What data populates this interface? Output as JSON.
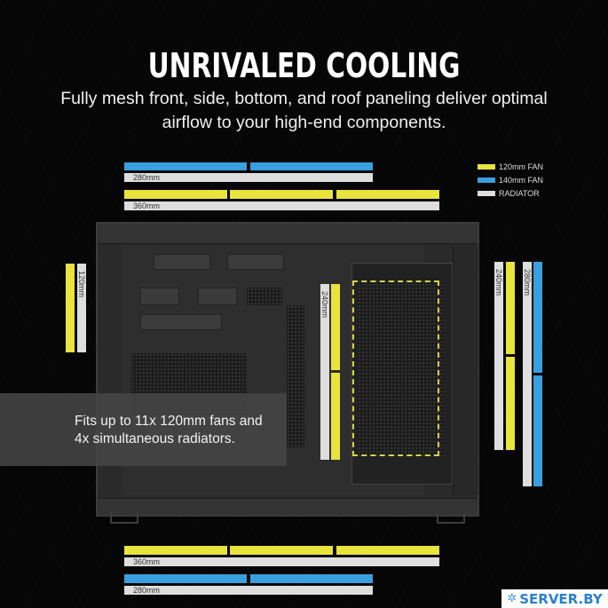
{
  "header": {
    "title": "UNRIVALED COOLING",
    "subtitle": "Fully mesh front, side, bottom, and roof paneling deliver optimal airflow to your high-end components."
  },
  "legend": {
    "items": [
      {
        "label": "120mm FAN",
        "color": "#e8e43c"
      },
      {
        "label": "140mm FAN",
        "color": "#3a9fde"
      },
      {
        "label": "RADIATOR",
        "color": "#dedede"
      }
    ]
  },
  "top_mounts": {
    "radiator_280": "280mm",
    "radiator_360": "360mm"
  },
  "bottom_mounts": {
    "radiator_360": "360mm",
    "radiator_280": "280mm"
  },
  "left_mount": {
    "radiator_120": "120mm"
  },
  "interior_mount": {
    "radiator_240": "240mm"
  },
  "right_mounts": {
    "radiator_240": "240mm",
    "radiator_280": "280mm"
  },
  "callout": {
    "line1": "Fits up to 11x 120mm fans and",
    "line2": "4x simultaneous radiators."
  },
  "watermark": {
    "text": "SERVER.BY",
    "icon": "gear-icon"
  },
  "colors": {
    "fan_120": "#e8e43c",
    "fan_140": "#3a9fde",
    "radiator": "#dedede",
    "background": "#060606"
  }
}
